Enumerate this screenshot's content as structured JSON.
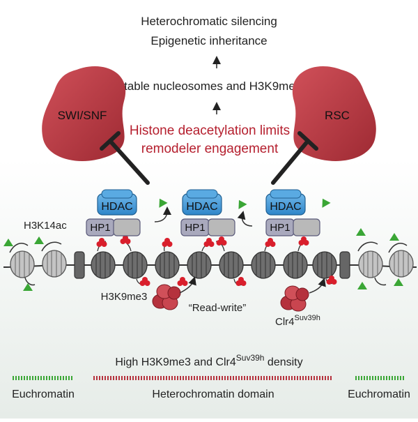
{
  "top": {
    "line1": "Heterochromatic silencing",
    "line2": "Epigenetic inheritance",
    "line3": "Stable nucleosomes and H3K9me3",
    "highlight1": "Histone deacetylation limits",
    "highlight2": "remodeler engagement"
  },
  "remodelers": {
    "left": "SWI/SNF",
    "right": "RSC"
  },
  "proteins": {
    "hdac": "HDAC",
    "hp1": "HP1"
  },
  "labels": {
    "h3k14ac": "H3K14ac",
    "h3k9me3": "H3K9me3",
    "read_write": "“Read-write”",
    "clr4": "Clr4",
    "clr4_sup": "Suv39h",
    "density_prefix": "High H3K9me3 and Clr4",
    "density_sup": "Suv39h",
    "density_suffix": " density"
  },
  "domains": {
    "left": "Euchromatin",
    "center": "Heterochromatin domain",
    "right": "Euchromatin"
  },
  "colors": {
    "remodeler": "#b5323d",
    "highlight_text": "#b51f2e",
    "hdac": "#2f86c9",
    "hp1": "#a9a9bd",
    "nucleosome_dark": "#6e6e6e",
    "nucleosome_light": "#b9b9b9",
    "methyl": "#d91f2c",
    "acetyl": "#3aa635",
    "euchromatin_bar": "#3aa635",
    "heterochromatin_bar": "#b5323d"
  }
}
